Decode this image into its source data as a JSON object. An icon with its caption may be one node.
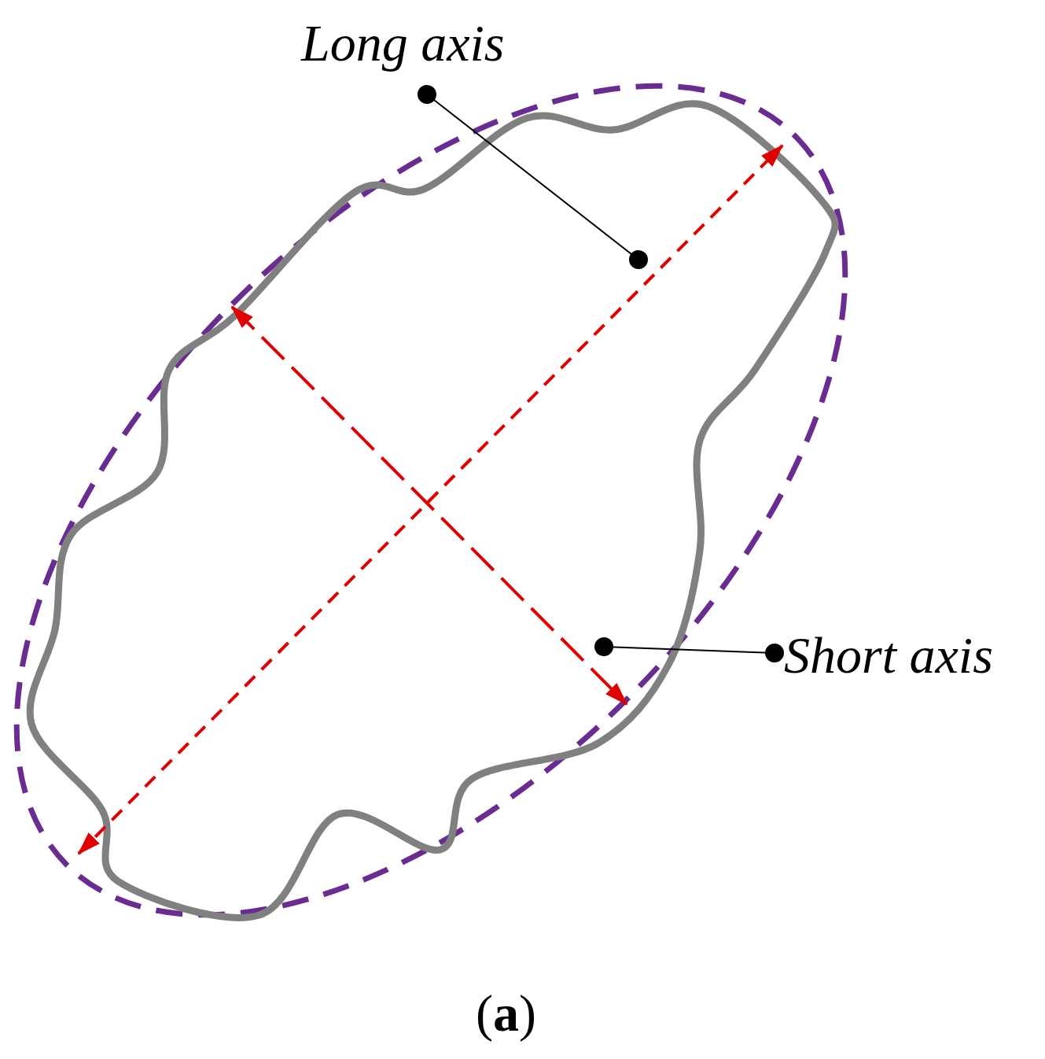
{
  "diagram": {
    "caption": "(**a**)",
    "nodes": [
      {
        "text": [
          "Long axis"
        ]
      },
      {
        "text": [
          "Short axis"
        ]
      }
    ],
    "edges": [
      {
        "from": 0,
        "to": null,
        "arrow": "other"
      },
      {
        "from": 1,
        "to": null,
        "arrow": "other"
      }
    ]
  }
}
